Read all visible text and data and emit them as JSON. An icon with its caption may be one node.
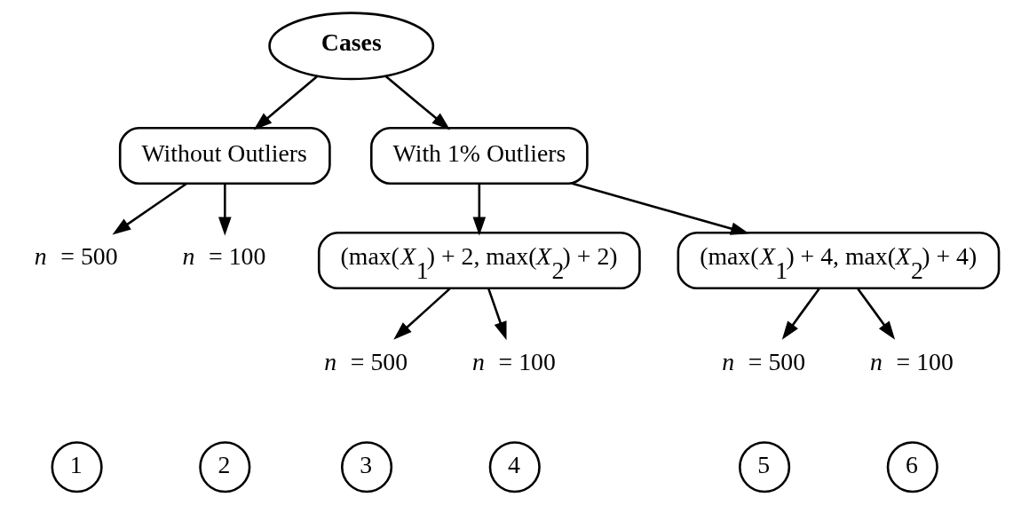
{
  "diagram": {
    "nodes": [
      {
        "text": [
          "Cases"
        ]
      },
      {
        "text": [
          "Without Outliers"
        ]
      },
      {
        "text": [
          "With 1% Outliers"
        ]
      },
      {
        "text": [
          "(max(*X*$_{1}$) + 2, max(*X*$_{2}$) + 2)"
        ]
      },
      {
        "text": [
          "(max(*X*$_{1}$) + 4, max(*X*$_{2}$) + 4)"
        ]
      },
      {
        "text": [
          "*n* = 500"
        ]
      },
      {
        "text": [
          "*n* = 100"
        ]
      },
      {
        "text": [
          "*n* = 500"
        ]
      },
      {
        "text": [
          "*n* = 100"
        ]
      },
      {
        "text": [
          "*n* = 500"
        ]
      },
      {
        "text": [
          "*n* = 100"
        ]
      },
      {
        "text": [
          "1"
        ]
      },
      {
        "text": [
          "2"
        ]
      },
      {
        "text": [
          "3"
        ]
      },
      {
        "text": [
          "4"
        ]
      },
      {
        "text": [
          "5"
        ]
      },
      {
        "text": [
          "6"
        ]
      }
    ],
    "edges": [
      {
        "from": 0,
        "to": 1,
        "arrow": "to"
      },
      {
        "from": 0,
        "to": 2,
        "arrow": "to"
      },
      {
        "from": 1,
        "to": 5,
        "arrow": "to"
      },
      {
        "from": 1,
        "to": 6,
        "arrow": "to"
      },
      {
        "from": 2,
        "to": 3,
        "arrow": "to"
      },
      {
        "from": 2,
        "to": 4,
        "arrow": "to"
      },
      {
        "from": 3,
        "to": 7,
        "arrow": "to"
      },
      {
        "from": 3,
        "to": 8,
        "arrow": "to"
      },
      {
        "from": 4,
        "to": 9,
        "arrow": "to"
      },
      {
        "from": 4,
        "to": 10,
        "arrow": "to"
      }
    ]
  }
}
